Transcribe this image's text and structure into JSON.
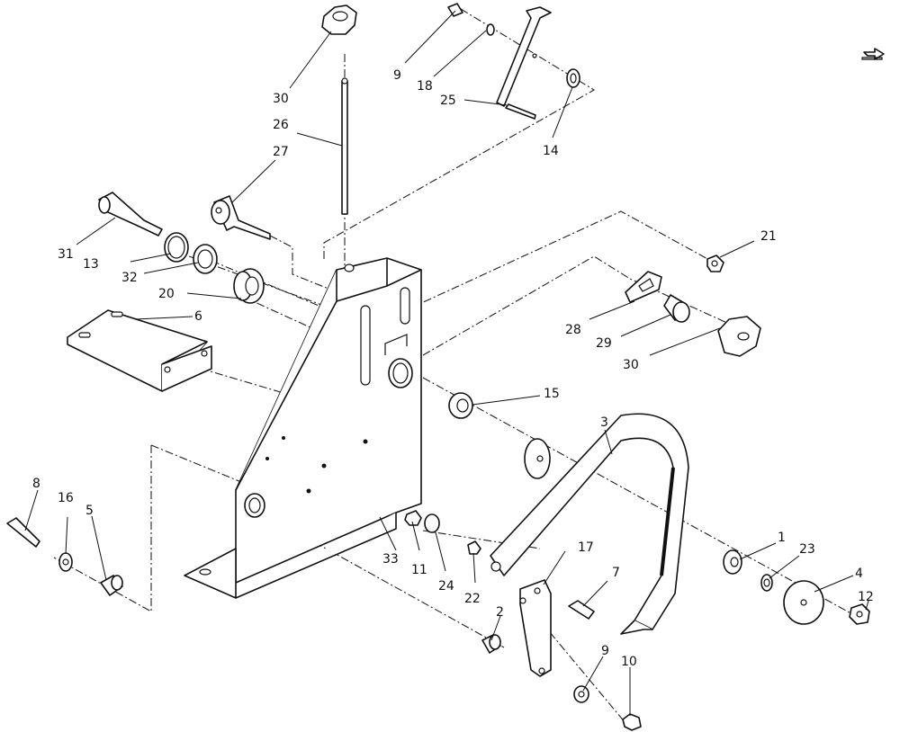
{
  "diagram": {
    "callouts": {
      "c1": "1",
      "c2": "2",
      "c3": "3",
      "c4": "4",
      "c5": "5",
      "c6": "6",
      "c7": "7",
      "c8": "8",
      "c9a": "9",
      "c9b": "9",
      "c10": "10",
      "c11": "11",
      "c12": "12",
      "c13": "13",
      "c14": "14",
      "c15": "15",
      "c16": "16",
      "c17": "17",
      "c18": "18",
      "c20": "20",
      "c21": "21",
      "c22": "22",
      "c23": "23",
      "c24": "24",
      "c25": "25",
      "c26": "26",
      "c27": "27",
      "c28": "28",
      "c29": "29",
      "c30a": "30",
      "c30b": "30",
      "c31": "31",
      "c32": "32",
      "c33": "33"
    },
    "icons": {
      "corner": "page-arrow-icon"
    }
  }
}
